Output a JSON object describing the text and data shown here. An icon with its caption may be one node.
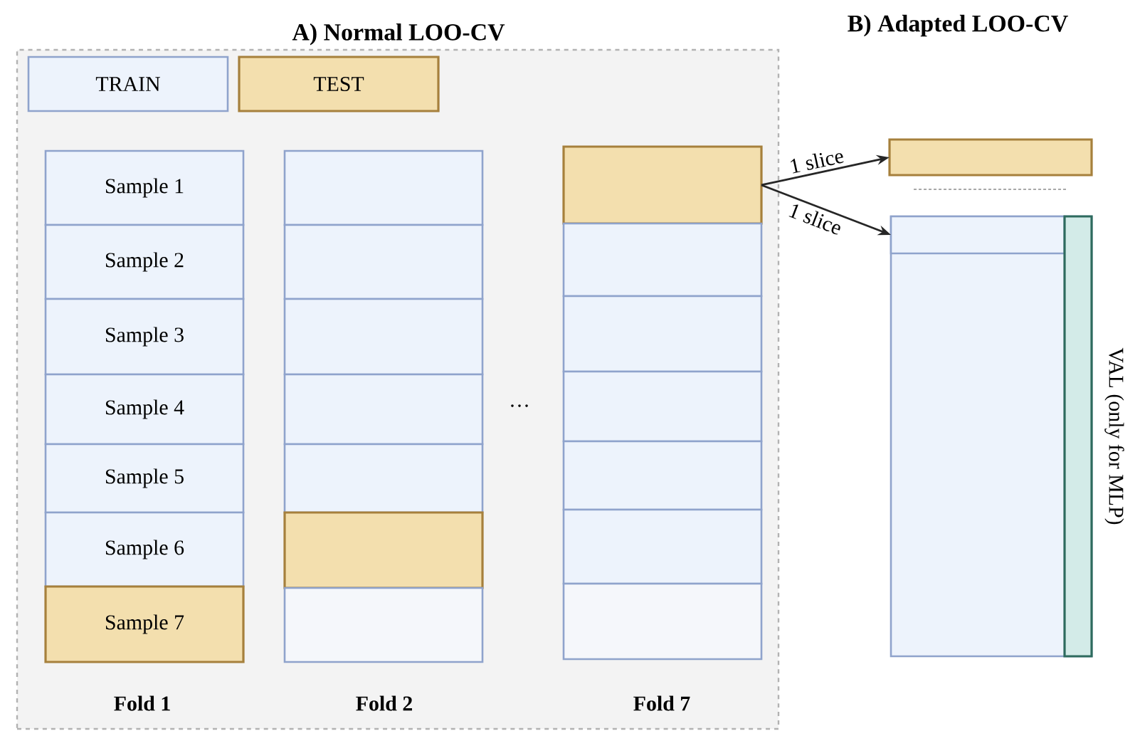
{
  "diagram": {
    "nodes": [
      {
        "text": [
          "A) Normal LOO-CV"
        ]
      },
      {
        "text": [
          "Sample 1"
        ],
        "in": 0
      },
      {
        "text": [
          "Sample 2"
        ],
        "in": 0
      },
      {
        "text": [
          "Sample 3"
        ],
        "in": 0
      },
      {
        "text": [
          "Sample 4"
        ],
        "in": 0
      },
      {
        "text": [
          "Sample 5"
        ],
        "in": 0
      },
      {
        "text": [
          "Sample 6"
        ],
        "in": 0
      },
      {
        "text": [
          "Sample 7"
        ],
        "in": 0
      },
      {
        "text": [],
        "shape": "box",
        "in": 0
      },
      {
        "text": [],
        "shape": "box",
        "in": 0
      },
      {
        "text": [],
        "shape": "box",
        "in": 0
      },
      {
        "text": [],
        "shape": "box",
        "in": 0
      },
      {
        "text": [],
        "shape": "box",
        "in": 0
      },
      {
        "text": [],
        "shape": "box",
        "in": 0
      },
      {
        "text": [],
        "shape": "box",
        "in": 0
      },
      {
        "text": [],
        "shape": "box",
        "in": 0
      },
      {
        "text": [],
        "shape": "box",
        "in": 0
      },
      {
        "text": [],
        "shape": "box",
        "in": 0
      },
      {
        "text": [],
        "shape": "box",
        "in": 0
      },
      {
        "text": [],
        "shape": "box",
        "in": 0
      },
      {
        "text": [],
        "shape": "box",
        "in": 0
      },
      {
        "text": [],
        "shape": "box",
        "in": 0
      },
      {
        "text": [],
        "shape": "box"
      },
      {
        "text": [],
        "shape": "box"
      },
      {
        "text": [],
        "shape": "box",
        "in": 23
      },
      {
        "text": [
          "VAL (only for MLP)"
        ],
        "in": 23
      }
    ],
    "edges": [
      {
        "from": 15,
        "to": 22,
        "arrow": "to",
        "label": "1 slice"
      },
      {
        "from": 15,
        "to": 24,
        "arrow": "to",
        "label": "1 slice"
      }
    ],
    "labels": [
      "B) Adapted LOO-CV",
      "…",
      "Fold 1",
      "Fold 2",
      "Fold 7"
    ],
    "legend": [
      {
        "text": "TRAIN",
        "color": "#edf3fc"
      },
      {
        "text": "TEST",
        "color": "#f3dfae"
      }
    ]
  }
}
